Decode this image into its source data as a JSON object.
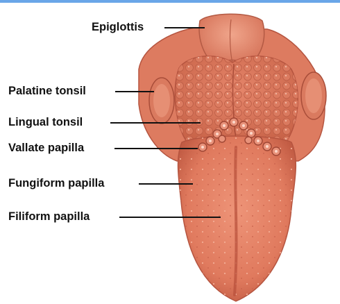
{
  "figure": {
    "labels": {
      "epiglottis": "Epiglottis",
      "palatine_tonsil": "Palatine tonsil",
      "lingual_tonsil": "Lingual tonsil",
      "vallate_papilla": "Vallate papilla",
      "fungiform_papilla": "Fungiform papilla",
      "filiform_papilla": "Filiform papilla"
    },
    "colors": {
      "top_bar": "#6aa6e8",
      "tongue_body": "#e07a5e",
      "tongue_shadow": "#b9513c",
      "tonsil_tissue": "#d8735a",
      "label_text": "#111111"
    }
  }
}
